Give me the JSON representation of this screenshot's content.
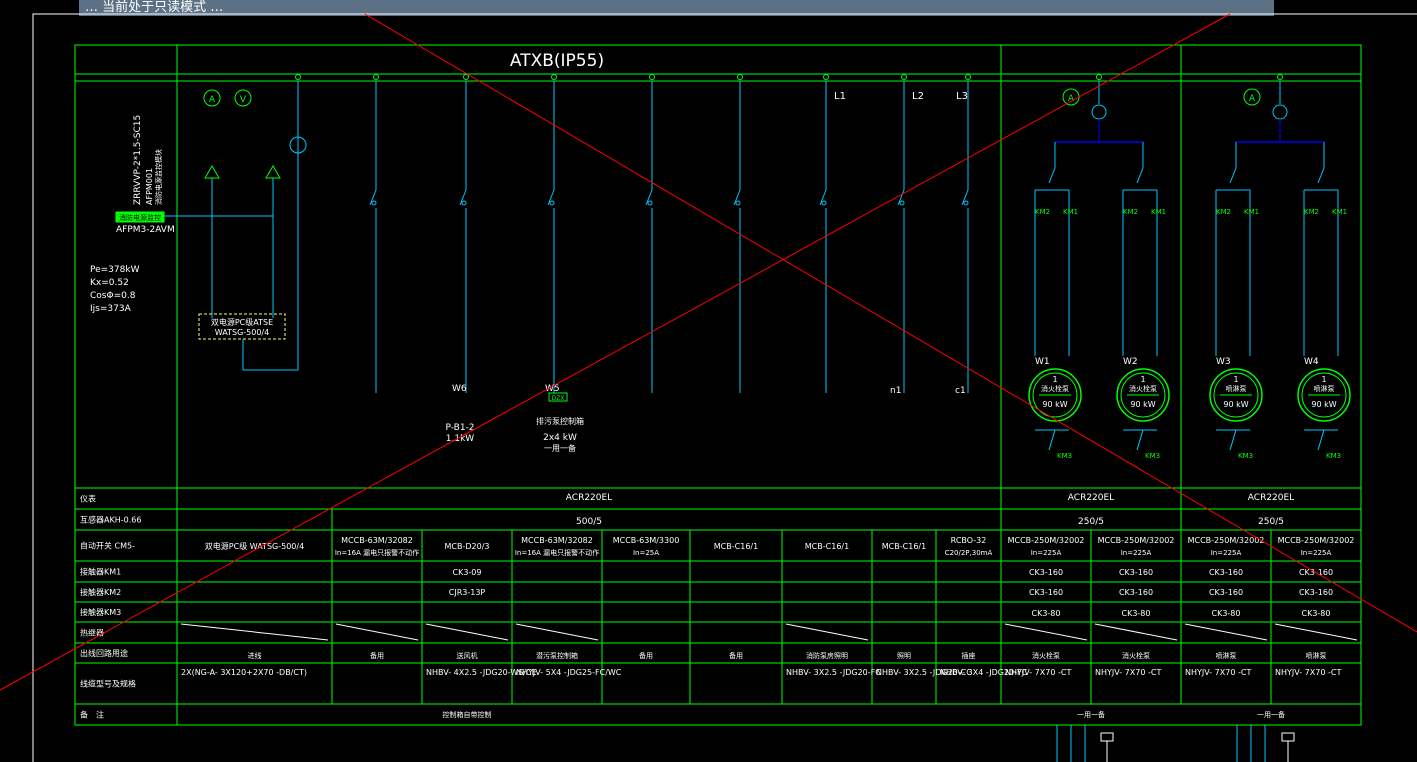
{
  "banner": {
    "text": "… 当前处于只读模式 …"
  },
  "colors": {
    "background": "#000000",
    "frame": "#ffffff",
    "grid": "#00ff00",
    "wire": "#00c8ff",
    "bus": "#0000ff",
    "dash": "#ffff66",
    "cross": "#ff0000",
    "banner_bg": "#5c7185",
    "text": "#ffffff"
  },
  "drawing": {
    "title": "ATXB(IP55)",
    "incoming": {
      "cable_label": "ZRRVVP-2*1.5-SC15",
      "monitor_label": "AFPM001",
      "monitor_note": "消防电源监控模块",
      "module_tag": "消防电源监控",
      "module_model": "AFPM3-2AVM",
      "meter_ammeter": "A",
      "meter_voltmeter": "V",
      "pe": "Pe=378kW",
      "kx": "Kx=0.52",
      "cos": "CosΦ=0.8",
      "ijs": "Ijs=373A",
      "atse_line1": "双电源PC级ATSE",
      "atse_line2": "WATSG-500/4"
    },
    "phase_labels": [
      "L1",
      "L2",
      "L3"
    ],
    "circuit_tags": [
      "W6",
      "W5",
      "n1",
      "c1"
    ],
    "w5_tag": "DZX",
    "load_p_b1": "P-B1-2",
    "load_p_b1_kw": "1.1kW",
    "load_w5_name": "排污泵控制箱",
    "load_w5_kw": "2x4 kW",
    "load_w5_note": "一用一备",
    "motors": [
      {
        "tag": "W1",
        "num": "1",
        "name": "消火栓泵",
        "kw": "90 kW"
      },
      {
        "tag": "W2",
        "num": "1",
        "name": "消火栓泵",
        "kw": "90 kW"
      },
      {
        "tag": "W3",
        "num": "1",
        "name": "喷淋泵",
        "kw": "90 kW"
      },
      {
        "tag": "W4",
        "num": "1",
        "name": "喷淋泵",
        "kw": "90 kW"
      }
    ],
    "contactor_labels": [
      "KM2",
      "KM1",
      "KM3"
    ],
    "ammeter_symbol": "A",
    "table": {
      "row_headers": [
        "仪表",
        "互感器AKH-0.66",
        "自动开关 CM5-",
        "接触器KM1",
        "接触器KM2",
        "接触器KM3",
        "热继器",
        "出线回路用途",
        "线缆型号及规格",
        "备　注"
      ],
      "meters": [
        "ACR220EL",
        "ACR220EL",
        "ACR220EL"
      ],
      "ct": [
        "500/5",
        "250/5",
        "250/5"
      ],
      "breakers": [
        "双电源PC级 WATSG-500/4",
        "MCCB-63M/32082 In=16A 漏电只报警不动作",
        "MCB-D20/3",
        "MCCB-63M/32082 In=16A 漏电只报警不动作",
        "MCCB-63M/3300 In=25A",
        "MCB-C16/1",
        "MCB-C16/1",
        "MCB-C16/1",
        "RCBO-32 C20/2P,30mA",
        "MCCB-250M/32002 In=225A",
        "MCCB-250M/32002 In=225A",
        "MCCB-250M/32002 In=225A",
        "MCCB-250M/32002 In=225A"
      ],
      "km1": [
        "CK3-09",
        "CK3-160",
        "CK3-160",
        "CK3-160",
        "CK3-160"
      ],
      "km2": [
        "CJR3-13P",
        "CK3-160",
        "CK3-160",
        "CK3-160",
        "CK3-160"
      ],
      "km3": [
        "CK3-80",
        "CK3-80",
        "CK3-80",
        "CK3-80"
      ],
      "usage": [
        "进线",
        "备用",
        "送风机",
        "潜污泵控制箱",
        "备用",
        "备用",
        "消防泵房照明",
        "照明",
        "插座",
        "消火栓泵",
        "消火栓泵",
        "喷淋泵",
        "喷淋泵"
      ],
      "cables": [
        "2X(NG-A- 3X120+2X70 -DB/CT)",
        "",
        "NHBV- 4X2.5 -JDG20-WS/CE",
        "NHYJV- 5X4 -JDG25-FC/WC",
        "",
        "",
        "NHBV- 3X2.5 -JDG20-FC",
        "NHBV- 3X2.5 -JDG20-CC",
        "NHBV- 3X4 -JDG20-FC",
        "NHYJV- 7X70 -CT",
        "NHYJV- 7X70 -CT",
        "NHYJV- 7X70 -CT",
        "NHYJV- 7X70 -CT"
      ],
      "remarks": [
        "控制箱自带控制",
        "一用一备",
        "一用一备"
      ]
    }
  }
}
